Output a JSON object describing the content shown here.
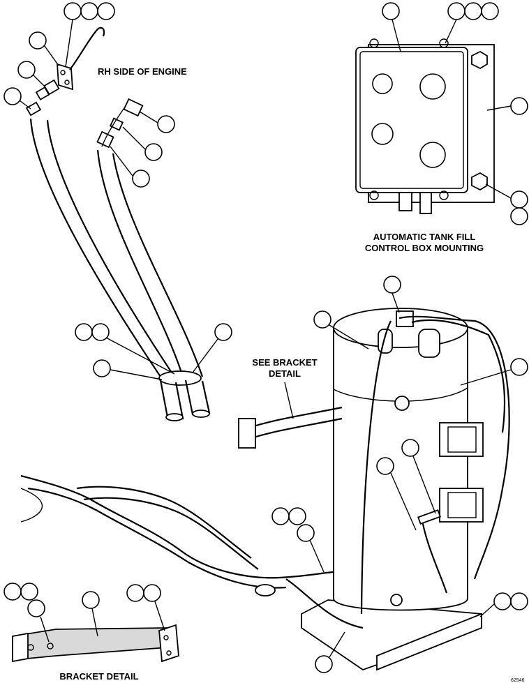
{
  "labels": {
    "rh_side": "RH SIDE OF ENGINE",
    "tank_fill_line1": "AUTOMATIC TANK FILL",
    "tank_fill_line2": "CONTROL BOX MOUNTING",
    "see_bracket_line1": "SEE BRACKET",
    "see_bracket_line2": "DETAIL",
    "bracket_detail": "BRACKET DETAIL",
    "figure_number": "62546"
  }
}
